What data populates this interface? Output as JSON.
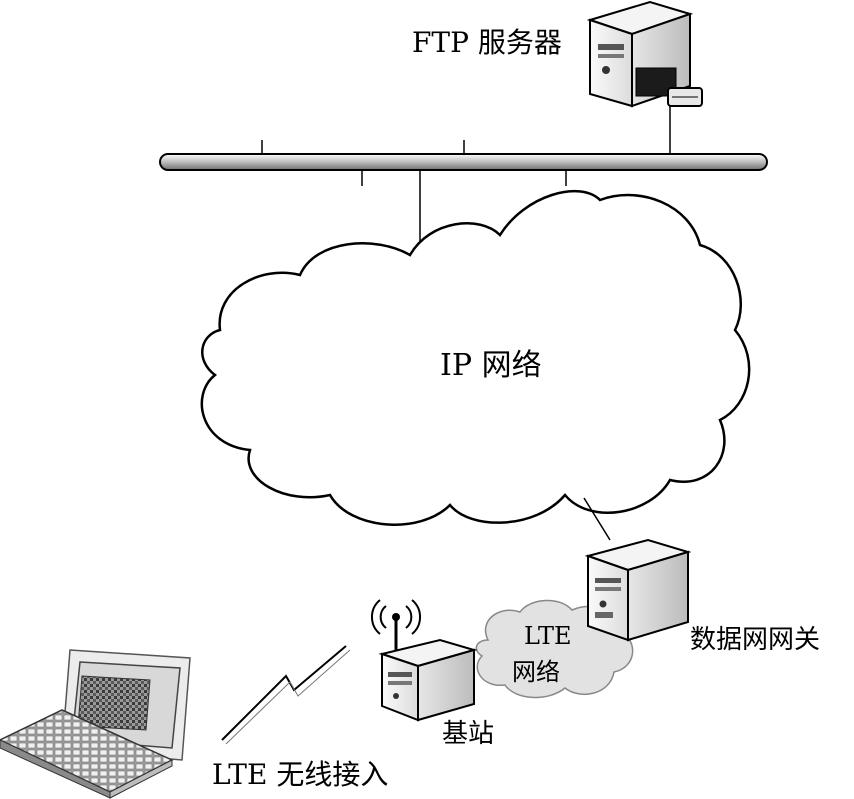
{
  "labels": {
    "ftp_server": "FTP 服务器",
    "ip_network": "IP 网络",
    "lte_network_line1": "LTE",
    "lte_network_line2": "网络",
    "data_gateway": "数据网网关",
    "base_station": "基站",
    "lte_wireless_access": "LTE 无线接入"
  },
  "colors": {
    "line": "#000000",
    "server_light": "#f2f2f2",
    "server_mid": "#d2d2d2",
    "server_dark": "#8a8a8a",
    "bus": "#c8c8c8"
  }
}
